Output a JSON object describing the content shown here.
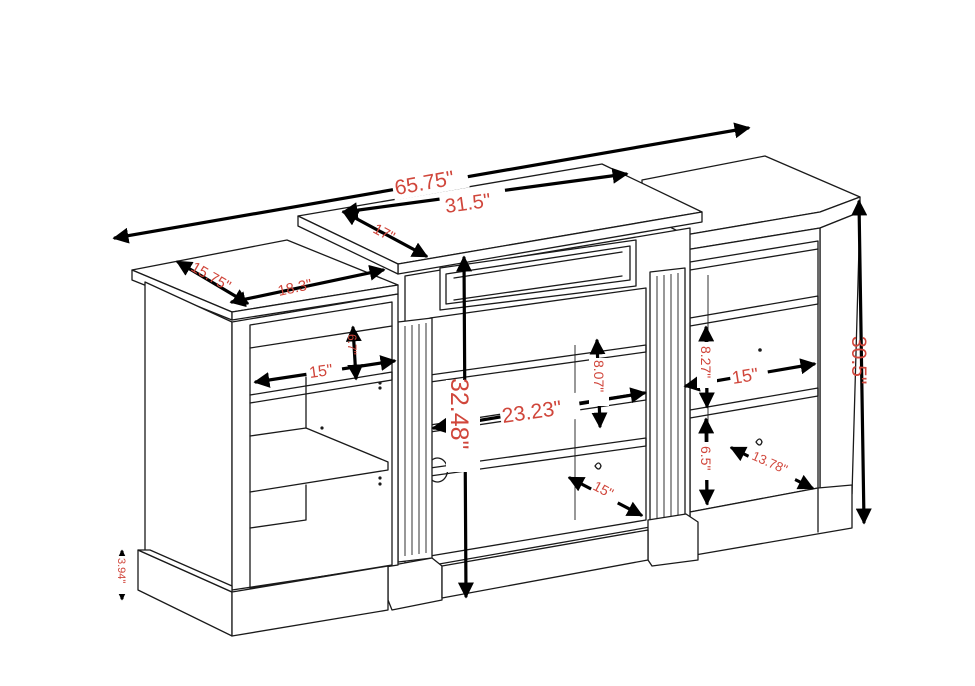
{
  "product": "TV stand with fireplace insert",
  "accent_color": "#d0463b",
  "dimensions": {
    "overall_width": "65.75\"",
    "center_top_width": "31.5\"",
    "center_top_depth": "17\"",
    "side_top_depth": "15.75\"",
    "side_top_width": "18.3\"",
    "right_height": "30.5\"",
    "center_height": "32.48\"",
    "left_shelf_gap": "6.7\"",
    "left_shelf_width": "15\"",
    "center_opening_height": "8.07\"",
    "center_opening_width": "23.23\"",
    "center_shelf_depth": "15\"",
    "right_upper_gap": "8.27\"",
    "right_shelf_width": "15\"",
    "right_lower_gap": "6.5\"",
    "right_shelf_depth": "13.78\"",
    "base_height": "3.94\""
  }
}
